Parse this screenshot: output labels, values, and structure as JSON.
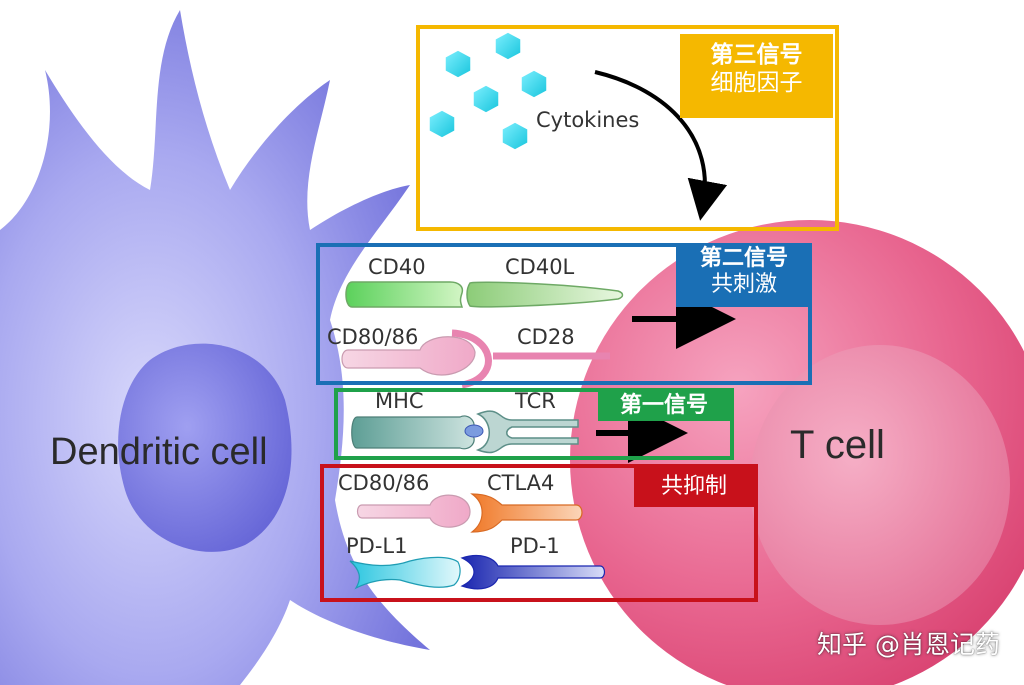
{
  "cells": {
    "dendritic": "Dendritic cell",
    "t_cell": "T cell"
  },
  "cytokines": {
    "label": "Cytokines",
    "box_color": "#f5b800"
  },
  "signals": {
    "third": {
      "title": "第三信号",
      "subtitle": "细胞因子",
      "color": "#f5b800"
    },
    "second": {
      "title": "第二信号",
      "subtitle": "共刺激",
      "color": "#1a6fb5"
    },
    "first": {
      "title": "第一信号",
      "color": "#1fa14a"
    },
    "coinhibition": {
      "title": "共抑制",
      "color": "#c8111b"
    }
  },
  "molecules": {
    "cd40": "CD40",
    "cd40l": "CD40L",
    "cd80_86_costim": "CD80/86",
    "cd28": "CD28",
    "mhc": "MHC",
    "tcr": "TCR",
    "cd80_86_inhib": "CD80/86",
    "ctla4": "CTLA4",
    "pdl1": "PD-L1",
    "pd1": "PD-1"
  },
  "watermark": "知乎 @肖恩记药",
  "colors": {
    "dendritic_cell": "#8080e0",
    "t_cell": "#e2507e",
    "arrow": "#000000"
  }
}
